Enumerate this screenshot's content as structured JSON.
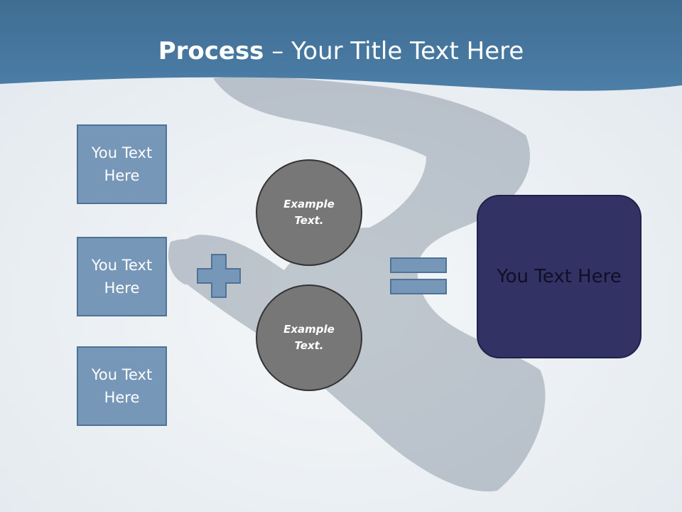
{
  "slide": {
    "title_bold": "Process",
    "title_rest": " – Your Title Text Here"
  },
  "inputs": [
    {
      "label": "You Text Here"
    },
    {
      "label": "You Text Here"
    },
    {
      "label": "You Text Here"
    }
  ],
  "circles": [
    {
      "label": "Example Text."
    },
    {
      "label": "Example Text."
    }
  ],
  "result": {
    "label": "You Text Here"
  },
  "colors": {
    "header": "#4a7aa3",
    "box_fill": "#7697b8",
    "circle_fill": "#777777",
    "result_fill": "#323264"
  }
}
